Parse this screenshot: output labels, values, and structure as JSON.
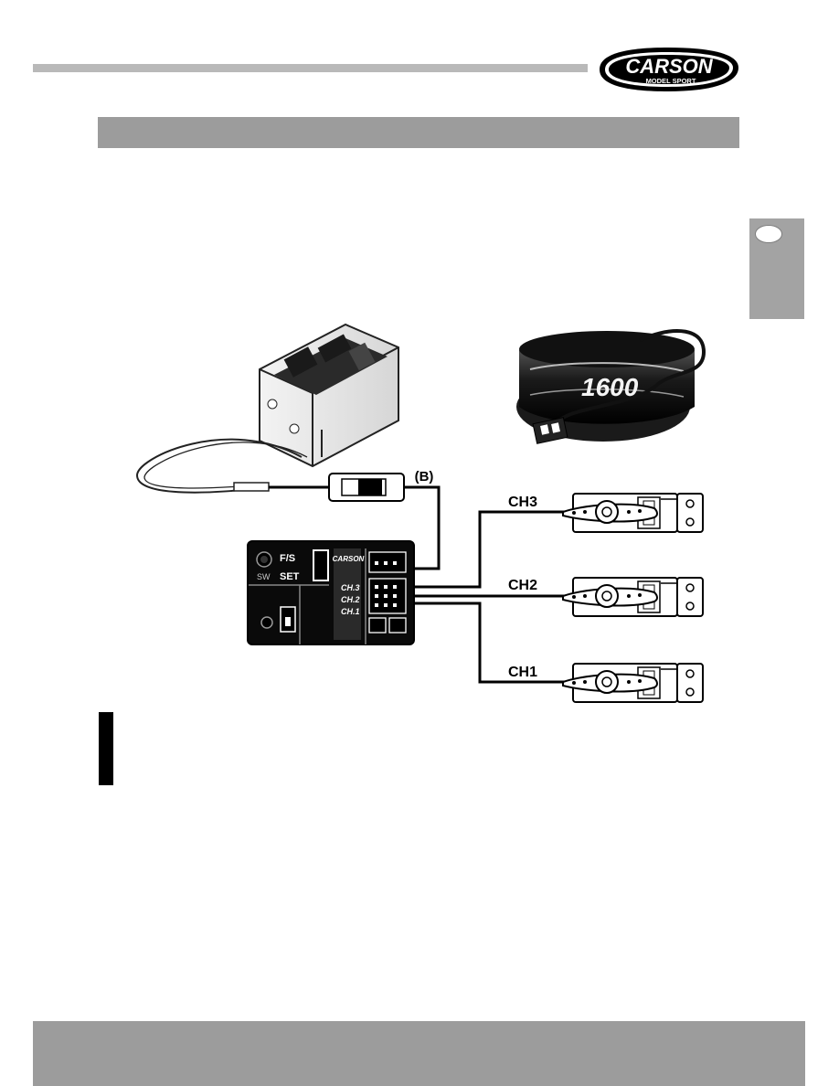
{
  "brand": {
    "name": "CARSON",
    "tagline": "MODEL SPORT"
  },
  "diagram": {
    "battery_label": "(B)",
    "channels": [
      {
        "label": "CH3"
      },
      {
        "label": "CH2"
      },
      {
        "label": "CH1"
      }
    ],
    "receiver": {
      "failsafe_label": "F/S",
      "set_label": "SET",
      "switch_label": "SW",
      "brand_label": "CARSON",
      "port_labels": [
        "CH.3",
        "CH.2",
        "CH.1"
      ]
    },
    "battery_pack": {
      "capacity_label": "1600"
    }
  },
  "colors": {
    "gray_bar": "#9c9c9c",
    "light_bar": "#b9b9b9",
    "ink": "#000000"
  }
}
